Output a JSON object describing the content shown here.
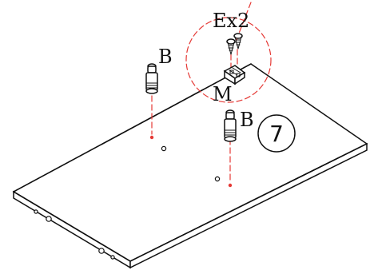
{
  "diagram": {
    "step_number": "7",
    "labels": {
      "b_left": "B",
      "b_right": "B",
      "multiplier": "Ex2",
      "m": "M"
    },
    "colors": {
      "line": "#111111",
      "guide": "#e53935",
      "background": "#ffffff"
    },
    "icons": [
      "panel-icon",
      "dowel-icon",
      "screw-icon",
      "hinge-icon",
      "step-circle-icon"
    ]
  }
}
